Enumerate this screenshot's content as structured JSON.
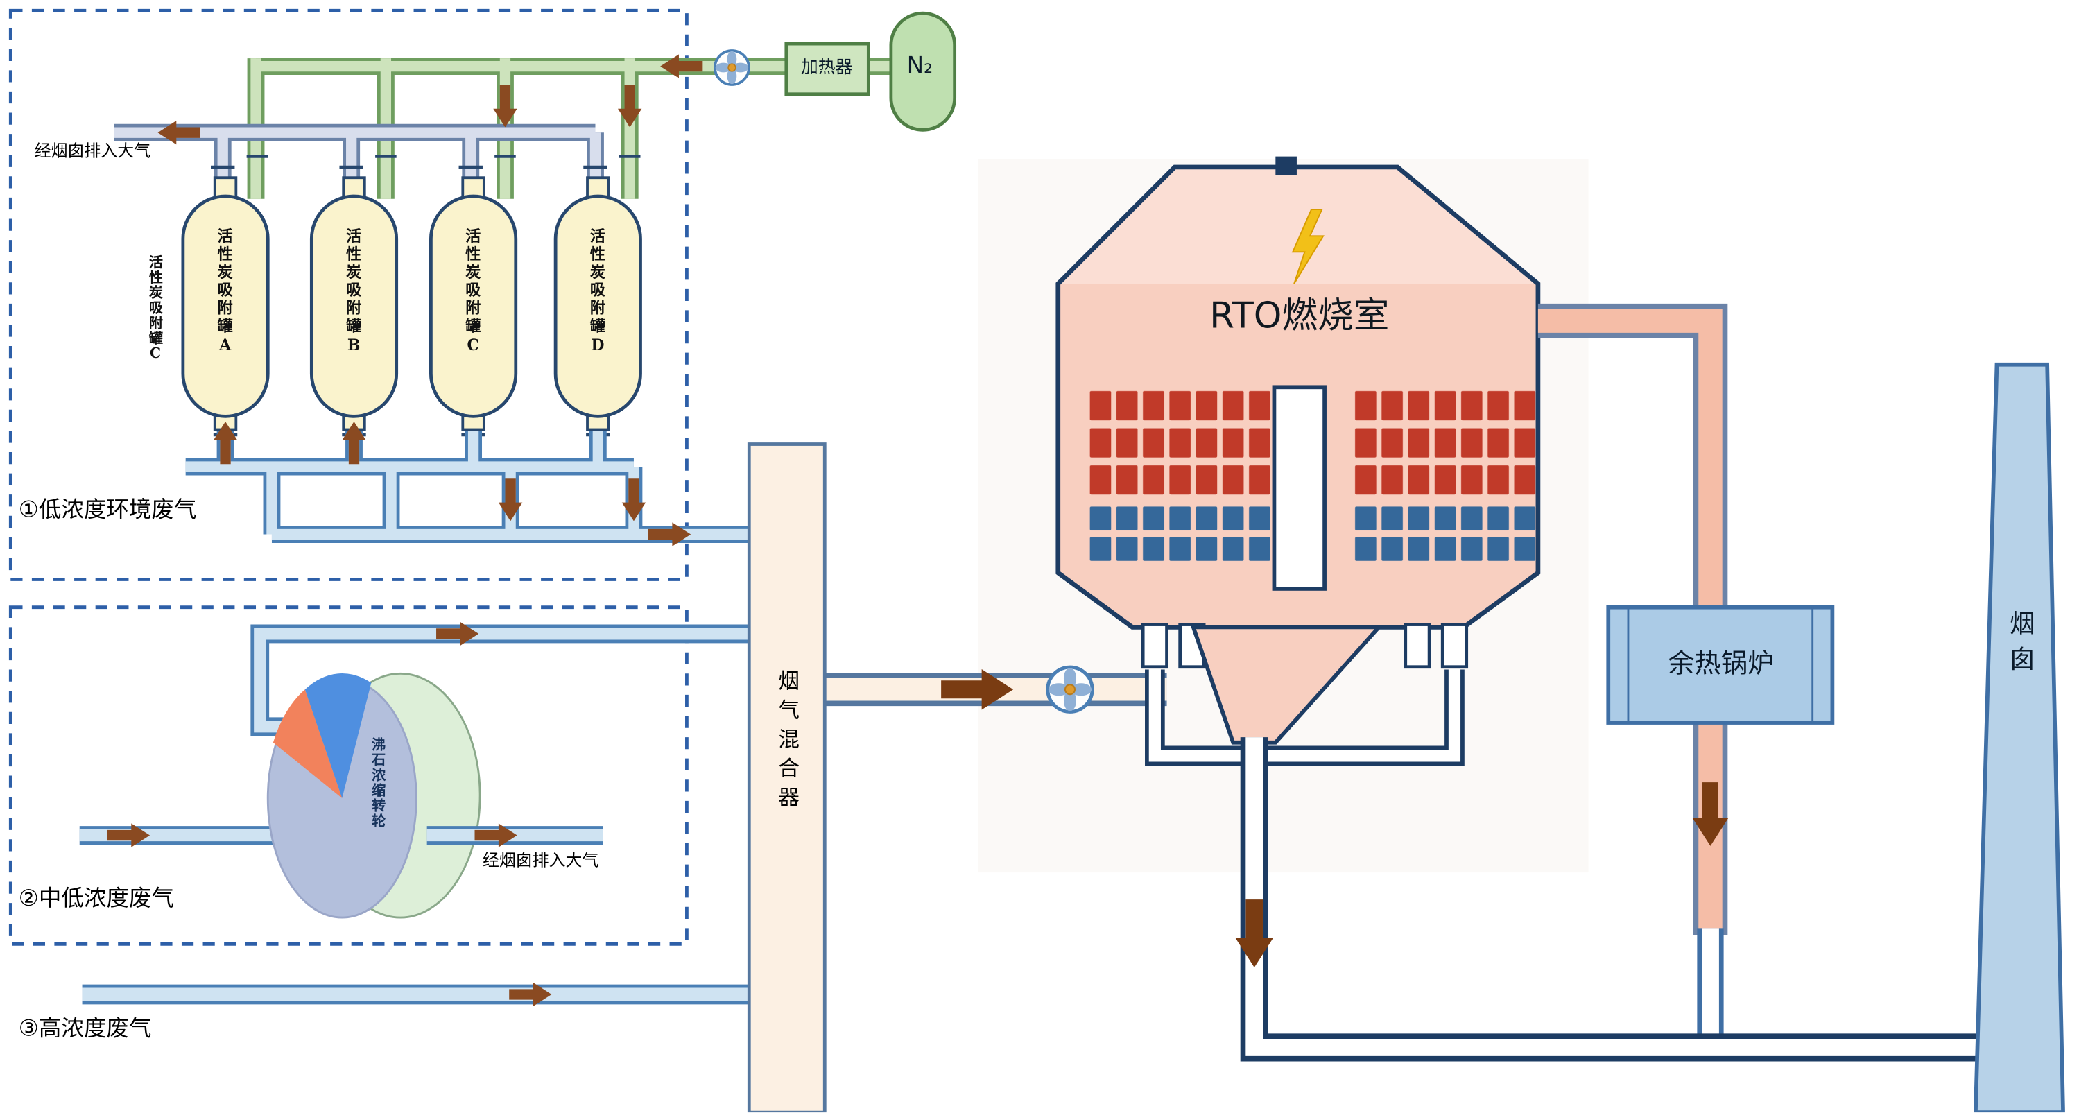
{
  "diagram": {
    "top": {
      "n2_label": "N₂",
      "heater_label": "加热器",
      "exhaust_label": "经烟囱排入大气"
    },
    "adsorption": {
      "side_label": "活性炭吸附罐C",
      "tanks": [
        {
          "label": "活性炭吸附罐A"
        },
        {
          "label": "活性炭吸附罐B"
        },
        {
          "label": "活性炭吸附罐C"
        },
        {
          "label": "活性炭吸附罐D"
        }
      ],
      "stream_label": "①低浓度环境废气"
    },
    "wheel": {
      "label": "沸石浓缩转轮",
      "exhaust_label": "经烟囱排入大气",
      "stream_label": "②中低浓度废气"
    },
    "high_stream_label": "③高浓度废气",
    "mixer_label": "烟气混合器",
    "rto_label": "RTO燃烧室",
    "boiler_label": "余热锅炉",
    "chimney_label": "烟囱",
    "colors": {
      "outline_dark": "#1d3c63",
      "pipe_blue_stroke": "#4a7fb5",
      "pipe_blue_fill": "#cfe3f2",
      "pipe_gray_stroke": "#6b83a8",
      "pipe_gray_fill": "#d8deed",
      "pipe_green_stroke": "#6f9e5f",
      "pipe_green_fill": "#cde3bc",
      "pipe_cream_fill": "#fcf0e3",
      "pipe_pink_fill": "#f5bda7",
      "tank_fill": "#faf3cd",
      "rto_fill": "#f8cfc0",
      "brick_red": "#c13a29",
      "brick_blue": "#35689a",
      "boiler_fill": "#abcbe6",
      "chimney_fill": "#b7d2e8",
      "arrow_brown": "#8a4a21",
      "dashed_border": "#2d5fa8"
    }
  }
}
